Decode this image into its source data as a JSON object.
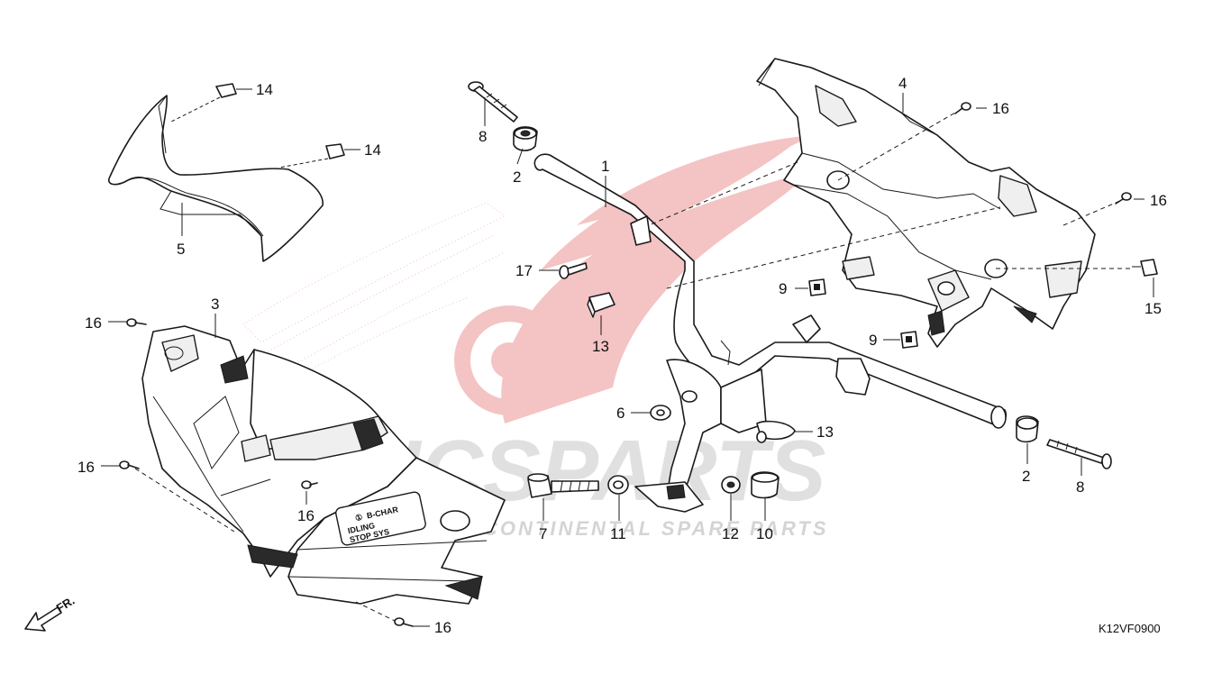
{
  "drawing_code": "K12VF0900",
  "direction_label": "FR.",
  "watermark": {
    "brand": "ICSPARTS",
    "tagline": "INTERCONTINENTAL SPARE PARTS"
  },
  "decal": {
    "line1": "①",
    "line2": "B-CHAR",
    "line3": "IDLING",
    "line4": "STOP SYS"
  },
  "callouts": [
    "1",
    "2",
    "2",
    "3",
    "4",
    "5",
    "6",
    "7",
    "8",
    "8",
    "9",
    "9",
    "10",
    "11",
    "12",
    "13",
    "13",
    "14",
    "14",
    "15",
    "16",
    "16",
    "16",
    "16",
    "16",
    "16",
    "17"
  ],
  "colors": {
    "line": "#1a1a1a",
    "watermark_red": "#e05555",
    "watermark_grey": "#c8c8c8"
  }
}
